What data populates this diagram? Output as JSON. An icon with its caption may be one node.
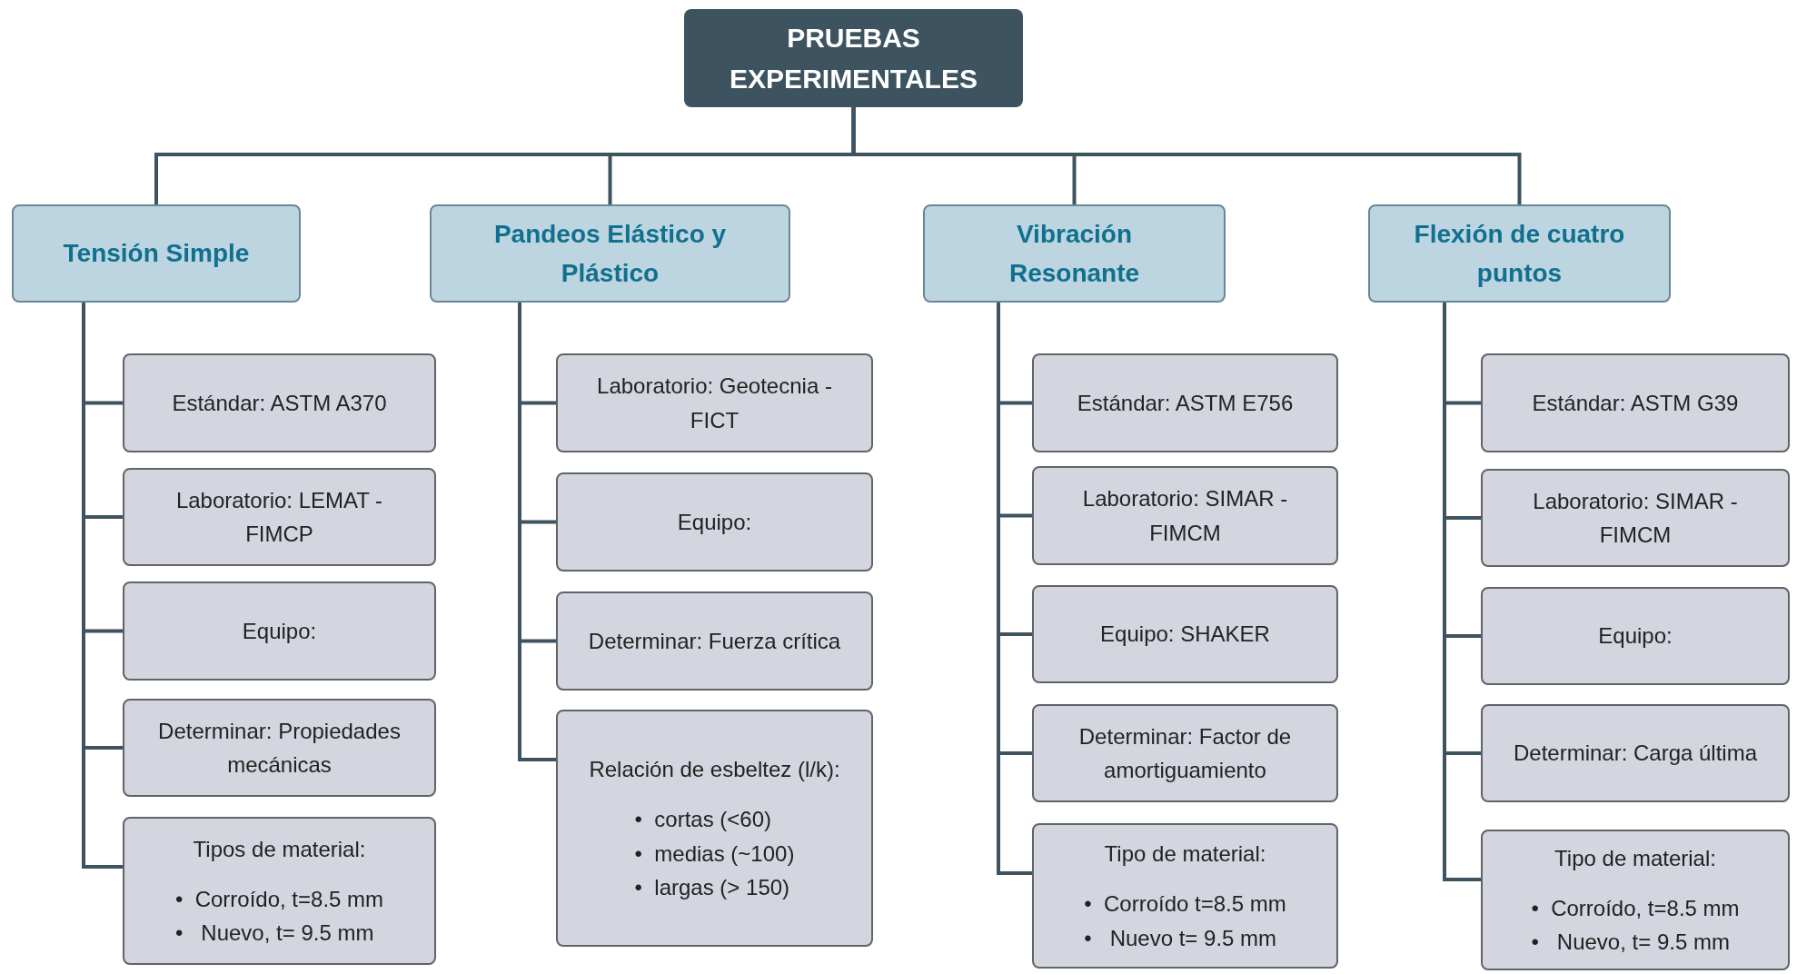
{
  "diagram": {
    "nodes": [
      {
        "text": [
          "PRUEBAS EXPERIMENTALES"
        ]
      },
      {
        "text": [
          "Tensión Simple"
        ]
      },
      {
        "text": [
          "Estándar:  ASTM A370"
        ]
      },
      {
        "text": [
          "Laboratorio: LEMAT - FIMCP"
        ]
      },
      {
        "text": [
          "Equipo:"
        ]
      },
      {
        "text": [
          "Determinar: Propiedades mecánicas"
        ]
      },
      {
        "text": [
          "Tipos de material:",
          "•  Corroído, t=8.5 mm",
          "•   Nuevo, t= 9.5 mm"
        ]
      },
      {
        "text": [
          "Pandeos Elástico y Plástico"
        ]
      },
      {
        "text": [
          "Laboratorio: Geotecnia - FICT"
        ]
      },
      {
        "text": [
          "Equipo:"
        ]
      },
      {
        "text": [
          "Determinar: Fuerza crítica"
        ]
      },
      {
        "text": [
          "Relación de esbeltez (l/k):",
          "•  cortas (<60)",
          "•  medias (~100)",
          "•  largas (> 150)"
        ]
      },
      {
        "text": [
          "Vibración Resonante"
        ]
      },
      {
        "text": [
          "Estándar: ASTM E756"
        ]
      },
      {
        "text": [
          "Laboratorio: SIMAR - FIMCM"
        ]
      },
      {
        "text": [
          "Equipo: SHAKER"
        ]
      },
      {
        "text": [
          "Determinar: Factor de amortiguamiento"
        ]
      },
      {
        "text": [
          "Tipo de material:",
          "•  Corroído t=8.5 mm",
          "•   Nuevo t= 9.5 mm"
        ]
      },
      {
        "text": [
          "Flexión de cuatro puntos"
        ]
      },
      {
        "text": [
          "Estándar: ASTM G39"
        ]
      },
      {
        "text": [
          "Laboratorio: SIMAR - FIMCM"
        ]
      },
      {
        "text": [
          "Equipo:"
        ]
      },
      {
        "text": [
          "Determinar: Carga última"
        ]
      },
      {
        "text": [
          "Tipo de material:",
          "•  Corroído, t=8.5 mm",
          "•   Nuevo, t= 9.5 mm"
        ]
      }
    ],
    "edges": [
      {
        "from": 0,
        "to": 1,
        "arrow": "none"
      },
      {
        "from": 0,
        "to": 7,
        "arrow": "none"
      },
      {
        "from": 0,
        "to": 12,
        "arrow": "none"
      },
      {
        "from": 0,
        "to": 18,
        "arrow": "none"
      },
      {
        "from": 1,
        "to": 2,
        "arrow": "none"
      },
      {
        "from": 1,
        "to": 3,
        "arrow": "none"
      },
      {
        "from": 1,
        "to": 4,
        "arrow": "none"
      },
      {
        "from": 1,
        "to": 5,
        "arrow": "none"
      },
      {
        "from": 1,
        "to": 6,
        "arrow": "none"
      },
      {
        "from": 7,
        "to": 8,
        "arrow": "none"
      },
      {
        "from": 7,
        "to": 9,
        "arrow": "none"
      },
      {
        "from": 7,
        "to": 10,
        "arrow": "none"
      },
      {
        "from": 7,
        "to": 11,
        "arrow": "none"
      },
      {
        "from": 12,
        "to": 13,
        "arrow": "none"
      },
      {
        "from": 12,
        "to": 14,
        "arrow": "none"
      },
      {
        "from": 12,
        "to": 15,
        "arrow": "none"
      },
      {
        "from": 12,
        "to": 16,
        "arrow": "none"
      },
      {
        "from": 12,
        "to": 17,
        "arrow": "none"
      },
      {
        "from": 18,
        "to": 19,
        "arrow": "none"
      },
      {
        "from": 18,
        "to": 20,
        "arrow": "none"
      },
      {
        "from": 18,
        "to": 21,
        "arrow": "none"
      },
      {
        "from": 18,
        "to": 22,
        "arrow": "none"
      },
      {
        "from": 18,
        "to": 23,
        "arrow": "none"
      }
    ]
  }
}
